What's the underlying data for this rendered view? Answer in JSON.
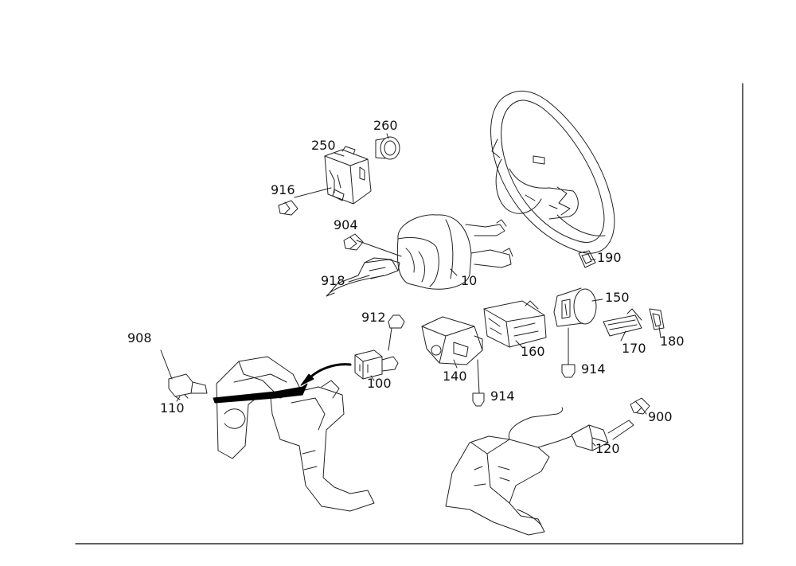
{
  "callouts": {
    "c260": "260",
    "c250": "250",
    "c916": "916",
    "c904": "904",
    "c918": "918",
    "c10": "10",
    "c190": "190",
    "c150": "150",
    "c912": "912",
    "c908": "908",
    "c160": "160",
    "c170": "170",
    "c180": "180",
    "c140": "140",
    "c914a": "914",
    "c914b": "914",
    "c100": "100",
    "c110": "110",
    "c900": "900",
    "c120": "120"
  }
}
